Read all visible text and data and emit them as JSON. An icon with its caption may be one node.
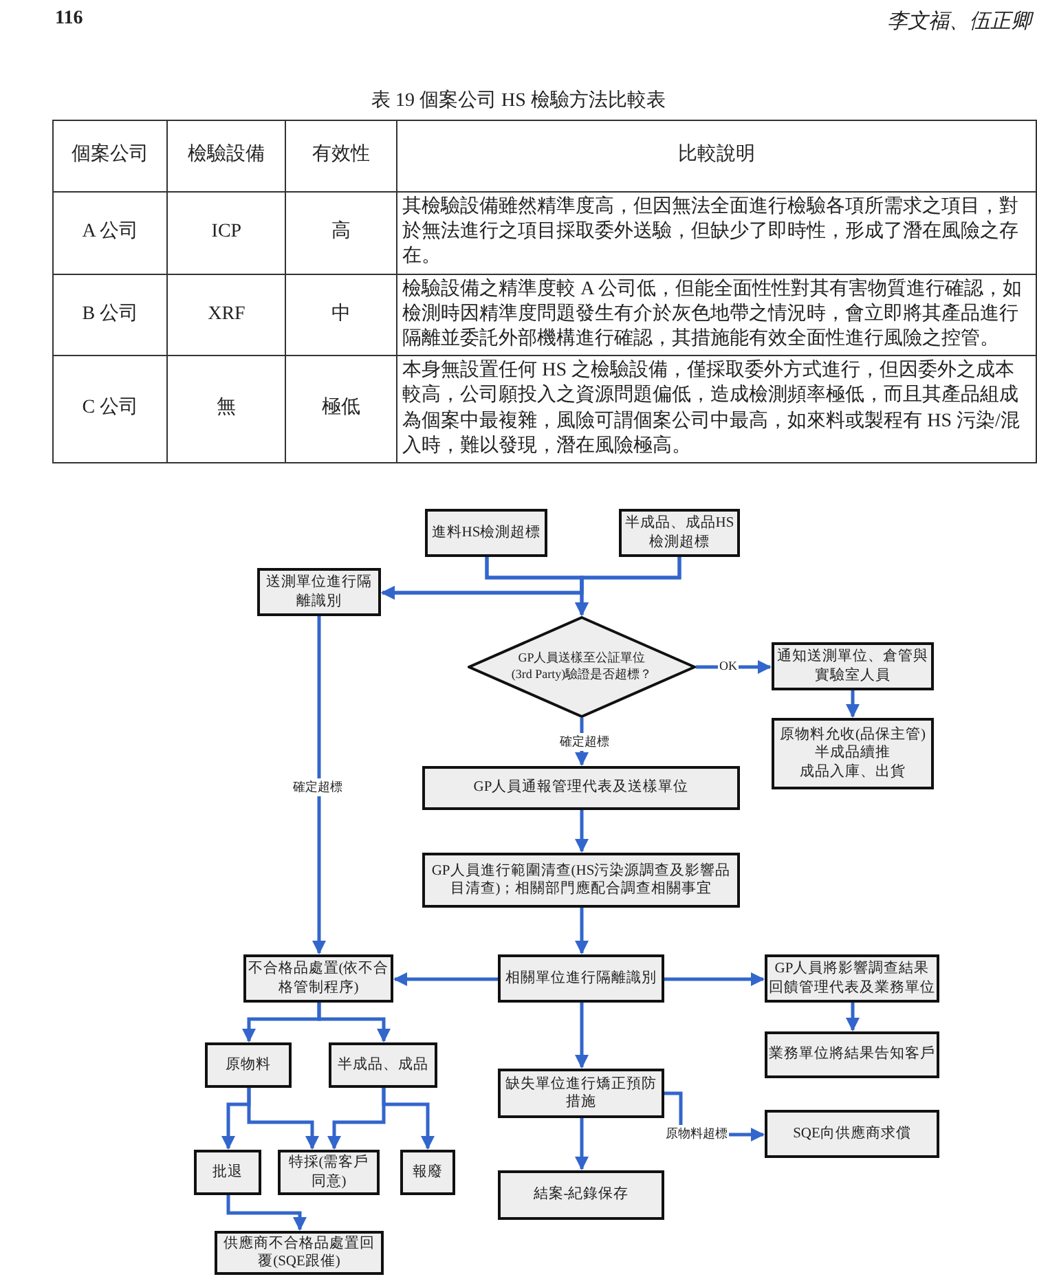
{
  "diagram": {
    "title": "表 19 個案公司 HS 檢驗方法比較表",
    "nodes": [
      {
        "text": [
          "進料HS檢測超標"
        ]
      },
      {
        "text": [
          "半成品、成品HS檢測超標"
        ]
      },
      {
        "text": [
          "送測單位進行隔離識別"
        ]
      },
      {
        "text": [
          "GP人員送樣至公証單位(3rd Party)驗證是否超標？"
        ]
      },
      {
        "text": [
          "通知送測單位、倉管與實驗室人員"
        ]
      },
      {
        "text": [
          "原物料允收(品保主管)",
          "半成品續推",
          "成品入庫、出貨"
        ]
      },
      {
        "text": [
          "GP人員通報管理代表及送樣單位"
        ]
      },
      {
        "text": [
          "GP人員進行範圍清查(HS污染源調查及影響品目清查)；相關部門應配合調查相關事宜"
        ]
      },
      {
        "text": [
          "不合格品處置(依不合格管制程序)"
        ]
      },
      {
        "text": [
          "相關單位進行隔離識別"
        ]
      },
      {
        "text": [
          "GP人員將影響調查結果回饋管理代表及業務單位"
        ]
      },
      {
        "text": [
          "原物料"
        ]
      },
      {
        "text": [
          "半成品、成品"
        ]
      },
      {
        "text": [
          "缺失單位進行矯正預防措施"
        ]
      },
      {
        "text": [
          "業務單位將結果告知客戶"
        ]
      },
      {
        "text": [
          "批退"
        ]
      },
      {
        "text": [
          "特採(需客戶同意)"
        ]
      },
      {
        "text": [
          "報廢"
        ]
      },
      {
        "text": [
          "SQE向供應商求償"
        ]
      },
      {
        "text": [
          "結案-紀錄保存"
        ]
      },
      {
        "text": [
          "供應商不合格品處置回覆(SQE跟催)"
        ]
      }
    ],
    "edges": [
      {
        "from": 0,
        "to": 3,
        "arrow": "to"
      },
      {
        "from": 1,
        "to": 3,
        "arrow": "to"
      },
      {
        "from": 0,
        "to": 2,
        "arrow": "to"
      },
      {
        "from": 1,
        "to": 2,
        "arrow": "to"
      },
      {
        "from": 3,
        "to": 4,
        "arrow": "to",
        "label": "OK"
      },
      {
        "from": 4,
        "to": 5,
        "arrow": "to"
      },
      {
        "from": 3,
        "to": 6,
        "arrow": "to",
        "label": "確定超標"
      },
      {
        "from": 2,
        "to": 8,
        "arrow": "to",
        "label": "確定超標"
      },
      {
        "from": 6,
        "to": 7,
        "arrow": "to"
      },
      {
        "from": 7,
        "to": 9,
        "arrow": "to"
      },
      {
        "from": 9,
        "to": 8,
        "arrow": "to"
      },
      {
        "from": 9,
        "to": 10,
        "arrow": "to"
      },
      {
        "from": 10,
        "to": 14,
        "arrow": "to"
      },
      {
        "from": 8,
        "to": 11,
        "arrow": "to"
      },
      {
        "from": 8,
        "to": 12,
        "arrow": "to"
      },
      {
        "from": 11,
        "to": 15,
        "arrow": "to"
      },
      {
        "from": 11,
        "to": 16,
        "arrow": "to"
      },
      {
        "from": 12,
        "to": 16,
        "arrow": "to"
      },
      {
        "from": 12,
        "to": 17,
        "arrow": "to"
      },
      {
        "from": 15,
        "to": 20,
        "arrow": "to"
      },
      {
        "from": 9,
        "to": 13,
        "arrow": "to"
      },
      {
        "from": 13,
        "to": 19,
        "arrow": "to"
      },
      {
        "from": 13,
        "to": 18,
        "arrow": "to",
        "label": "原物料超標"
      }
    ],
    "labels": [
      "116",
      "李文福、伍正卿",
      "個案公司",
      "檢驗設備",
      "有效性",
      "比較說明",
      "A 公司",
      "ICP",
      "高",
      "其檢驗設備雖然精準度高，但因無法全面進行檢驗各項所需求之項目，對於無法進行之項目採取委外送驗，但缺少了即時性，形成了潛在風險之存在。",
      "B 公司",
      "XRF",
      "中",
      "檢驗設備之精準度較 A 公司低，但能全面性性對其有害物質進行確認，如檢測時因精準度問題發生有介於灰色地帶之情況時，會立即將其產品進行隔離並委託外部機構進行確認，其措施能有效全面性進行風險之控管。",
      "C 公司",
      "無",
      "極低",
      "本身無設置任何 HS 之檢驗設備，僅採取委外方式進行，但因委外之成本較高，公司願投入之資源問題偏低，造成檢測頻率極低，而且其產品組成為個案中最複雜，風險可謂個案公司中最高，如來料或製程有 HS 污染/混入時，難以發現，潛在風險極高。"
    ]
  }
}
